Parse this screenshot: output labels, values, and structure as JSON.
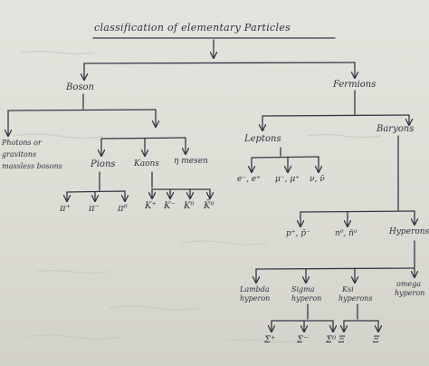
{
  "diagram": {
    "title": "classification of elementary Particles",
    "nodes": {
      "boson": "Boson",
      "fermions": "Fermions",
      "photons": [
        "Photons or",
        "gravitons",
        "massless bosons"
      ],
      "pions": "Pions",
      "kaons": "Kaons",
      "eta_meson": "η mesen",
      "leptons": "Leptons",
      "baryons": "Baryons",
      "pion_plus": "π⁺",
      "pion_minus": "π⁻",
      "pion_zero": "π⁰",
      "kaon_plus": "K⁺",
      "kaon_minus": "K⁻",
      "kaon_zero": "K⁰",
      "kaon_zero_bar": "K̄⁰",
      "electrons": "e⁻, e⁺",
      "muons": "μ⁻, μ⁺",
      "neutrinos": "ν, ν̄",
      "protons": "p⁺, p̄⁻",
      "neutrons": "n⁰, n̄⁰",
      "hyperons": "Hyperons",
      "lambda": [
        "Lambda",
        "hyperon"
      ],
      "sigma": [
        "Sigma",
        "hyperon"
      ],
      "ksi": [
        "Ksi",
        "hyperons"
      ],
      "omega": [
        "omega",
        "hyperon"
      ],
      "sigma_plus": "Σ⁺",
      "sigma_minus": "Σ⁻",
      "sigma_zero": "Σ⁰",
      "xi_a": "Ξ",
      "xi_b": "Ξ"
    }
  }
}
